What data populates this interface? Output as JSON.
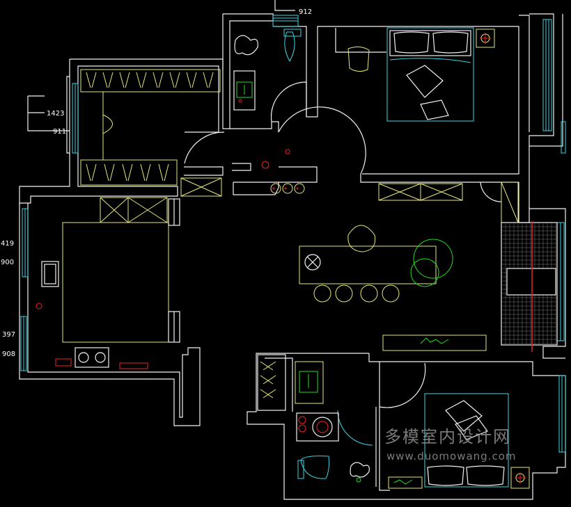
{
  "dimensions": {
    "top": "912",
    "left_upper_1": "1423",
    "left_upper_2": "911",
    "left_mid_1": "419",
    "left_mid_2": "900",
    "left_low_1": "397",
    "left_low_2": "908"
  },
  "watermark": {
    "chinese": "多模室内设计网",
    "url": "www.duomowang.com"
  },
  "colors": {
    "background": "#000000",
    "walls": "#f2f2f2",
    "furniture": "#e8e87a",
    "windows_fixtures": "#3ad7e6",
    "plants": "#22dd22",
    "markers": "#ee2222"
  }
}
